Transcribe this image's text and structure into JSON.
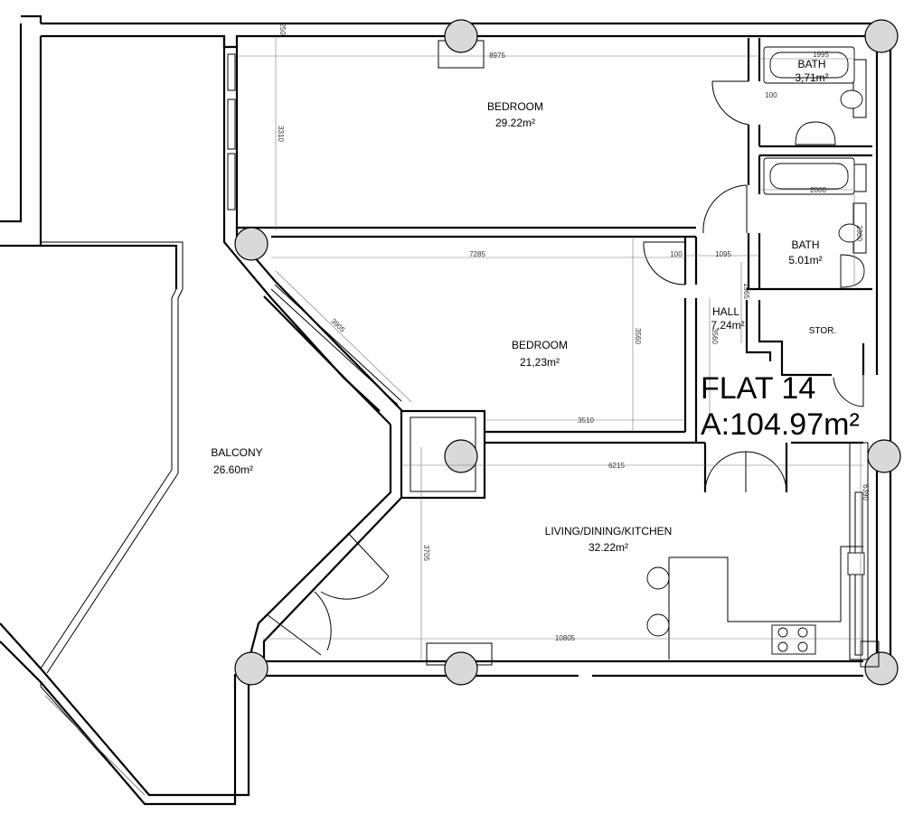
{
  "flat": {
    "name": "FLAT 14",
    "area": "A:104.97m²"
  },
  "rooms": {
    "bedroom1": {
      "name": "BEDROOM",
      "area": "29.22m²"
    },
    "bedroom2": {
      "name": "BEDROOM",
      "area": "21,23m²"
    },
    "bath1": {
      "name": "BATH",
      "area": "3,71m²"
    },
    "bath2": {
      "name": "BATH",
      "area": "5.01m²"
    },
    "hall": {
      "name": "HALL",
      "area": "7,24m²"
    },
    "storage": {
      "name": "STOR."
    },
    "balcony": {
      "name": "BALCONY",
      "area": "26.60m²"
    },
    "living": {
      "name": "LIVING/DINING/KITCHEN",
      "area": "32.22m²"
    }
  },
  "dimensions": {
    "d8975": "8975",
    "d3310": "3310",
    "d250": "250",
    "d1995": "1995",
    "d100a": "100",
    "d2000": "2000",
    "d2300": "2300",
    "d7285": "7285",
    "d100b": "100",
    "d1095": "1095",
    "d1965": "1965",
    "d3905": "3905",
    "d3560a": "3560",
    "d3560b": "3560",
    "d3510": "3510",
    "d6215": "6215",
    "d3705": "3705",
    "d10805": "10805",
    "d6390": "6390"
  },
  "colors": {
    "wall": "#000000",
    "column_fill": "#d9d9d9",
    "background": "#ffffff"
  }
}
